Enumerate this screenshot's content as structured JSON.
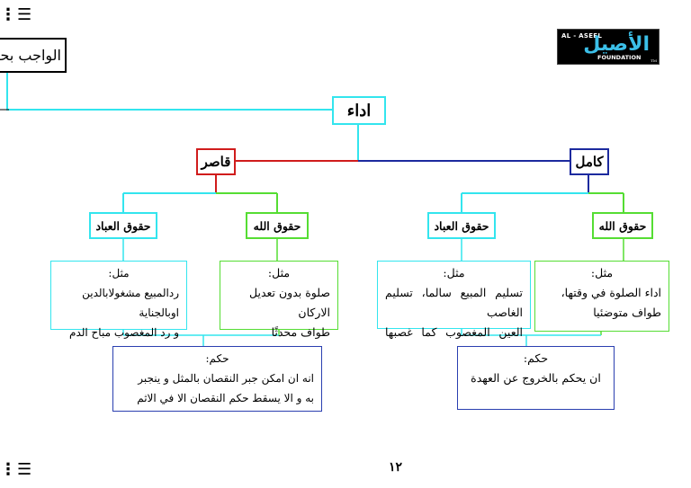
{
  "top_label": "الواجب بحـ",
  "corner_marks": {
    "top": "⋮☰",
    "bottom": "⋮☰"
  },
  "logo": {
    "top_text": "AL - ASEEL",
    "arabic_text": "الأصيل",
    "bottom_text": "FOUNDATION",
    "tm": "TM"
  },
  "root": "اداء",
  "branch_left": "قاصر",
  "branch_right": "كامل",
  "left_group": {
    "ibad": "حقوق العباد",
    "allah": "حقوق الله",
    "ibad_example": {
      "title": "مثل:",
      "lines": [
        "ردالمبيع مشغولابالدين اوبالجناية",
        "و رد المغصوب مباح الدم بالقتل"
      ]
    },
    "allah_example": {
      "title": "مثل:",
      "lines": [
        "صلوة بدون تعديل الاركان",
        "طواف محدثًا"
      ]
    },
    "ruling": {
      "title": "حكم:",
      "lines": [
        "انه ان امكن جبر النقصان بالمثل و ينجبر",
        "به و الا يسقط حكم النقصان الا في الاثم"
      ]
    }
  },
  "right_group": {
    "ibad": "حقوق العباد",
    "allah": "حقوق الله",
    "ibad_example": {
      "title": "مثل:",
      "lines": [
        "تسليم المبيع سالما، تسليم الغاصب",
        "العين المغصوب كما غصبها"
      ]
    },
    "allah_example": {
      "title": "مثل:",
      "lines": [
        "اداء الصلوة في وقتها،",
        "طواف متوضئيا"
      ]
    },
    "ruling": {
      "title": "حكم:",
      "lines": [
        "ان يحكم بالخروج عن العهدة"
      ]
    }
  },
  "page_number": "١٢",
  "colors": {
    "cyan": "#33e5ee",
    "red": "#d01c1c",
    "navy": "#1c2a9e",
    "green": "#55dd33",
    "blue_box": "#2a3fb0"
  }
}
